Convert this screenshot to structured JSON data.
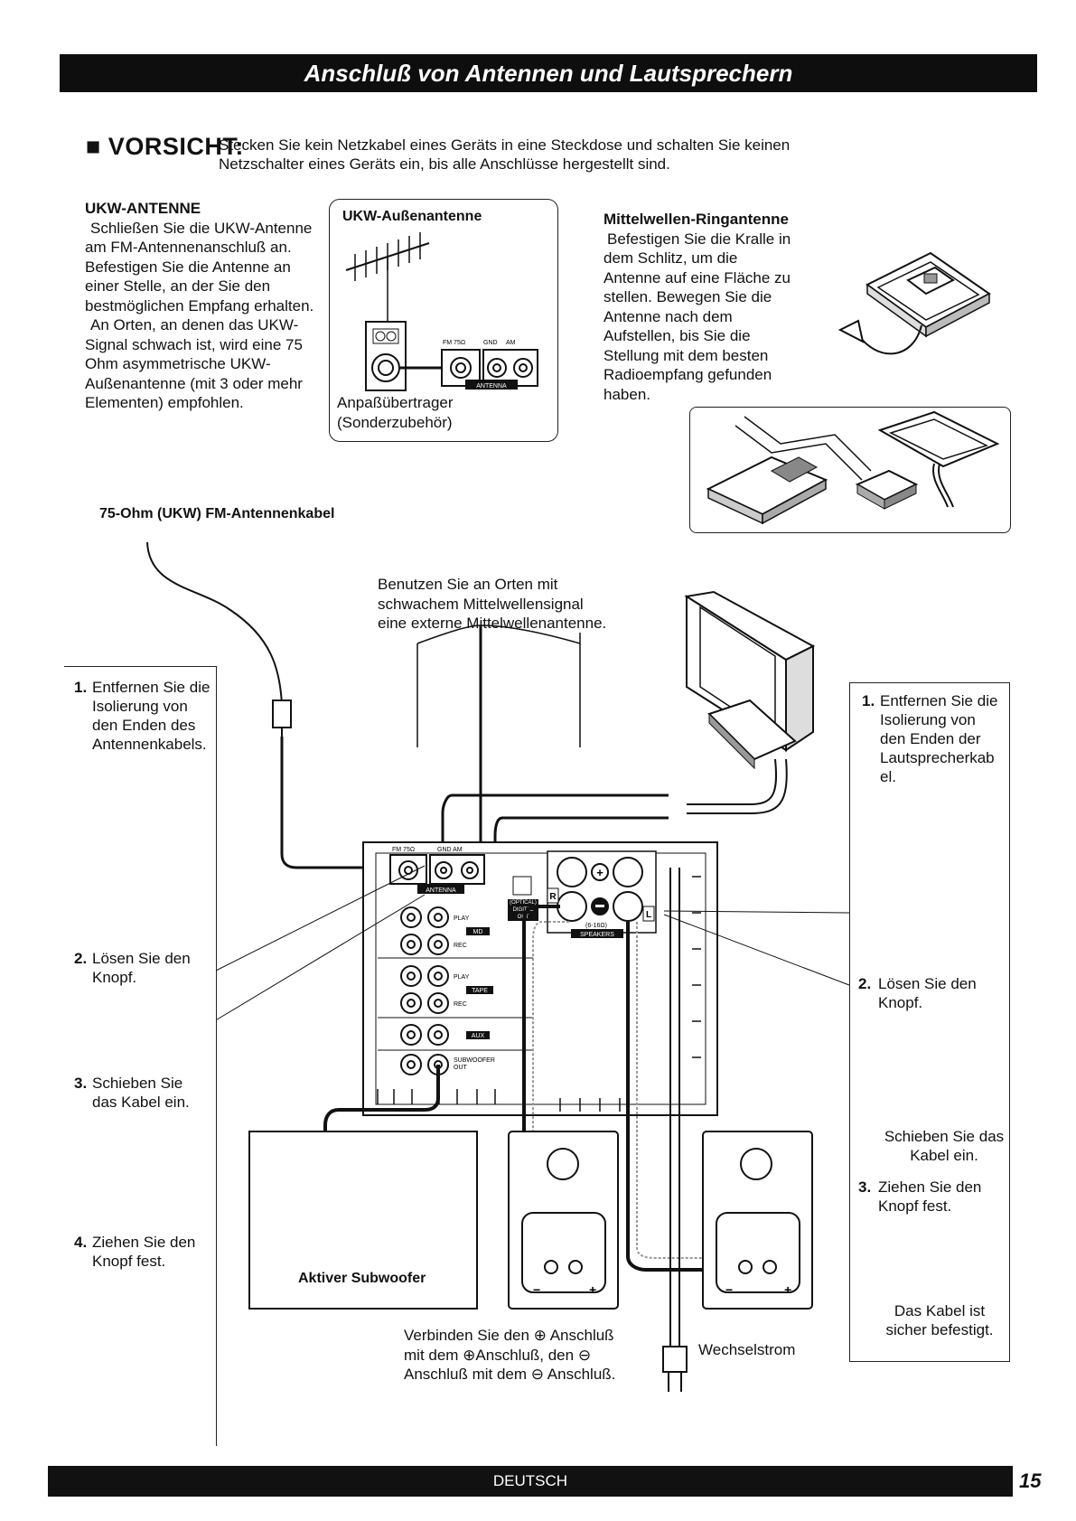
{
  "header": {
    "title": "Anschluß von Antennen und Lautsprechern"
  },
  "caution": {
    "heading": "■ VORSICHT:",
    "line1": "Stecken Sie kein Netzkabel eines Geräts in eine Steckdose und schalten Sie keinen",
    "line2": "Netzschalter eines Geräts ein, bis alle Anschlüsse hergestellt sind."
  },
  "fm_antenna": {
    "heading": "UKW-ANTENNE",
    "lines": [
      "Schließen Sie die UKW-Antenne",
      "am FM-Antennenanschluß an.",
      "Befestigen Sie die Antenne an",
      "einer Stelle, an der Sie den",
      "bestmöglichen Empfang erhalten.",
      "An Orten, an denen das UKW-",
      "Signal schwach ist, wird eine 75",
      "Ohm asymmetrische UKW-",
      "Außenantenne (mit 3 oder mehr",
      "Elementen) empfohlen."
    ]
  },
  "outdoor_box": {
    "title": "UKW-Außenantenne",
    "caption1": "Anpaßübertrager",
    "caption2": "(Sonderzubehör)",
    "labels": {
      "fm": "FM 75Ω",
      "gnd": "GND",
      "am": "AM",
      "antenna": "ANTENNA"
    }
  },
  "loop_antenna": {
    "heading": "Mittelwellen-Ringantenne",
    "lines": [
      "Befestigen Sie die Kralle in",
      "dem Schlitz, um die",
      "Antenne auf eine Fläche zu",
      "stellen. Bewegen Sie die",
      "Antenne nach dem",
      "Aufstellen, bis Sie die",
      "Stellung mit dem besten",
      "Radioempfang gefunden",
      "haben."
    ]
  },
  "fm_cable_label": "75-Ohm (UKW) FM-Antennenkabel",
  "external_am": {
    "lines": [
      "Benutzen Sie an Orten mit",
      "schwachem Mittelwellensignal",
      "eine externe Mittelwellenantenne."
    ]
  },
  "left_steps": [
    {
      "num": "1.",
      "lines": [
        "Entfernen Sie die",
        "Isolierung von",
        "den Enden des",
        "Antennenkabels."
      ]
    },
    {
      "num": "2.",
      "lines": [
        "Lösen Sie den",
        "Knopf."
      ]
    },
    {
      "num": "3.",
      "lines": [
        "Schieben Sie",
        "das Kabel ein."
      ]
    },
    {
      "num": "4.",
      "lines": [
        "Ziehen Sie den",
        "Knopf fest."
      ]
    }
  ],
  "right_steps": [
    {
      "num": "1.",
      "lines": [
        "Entfernen Sie die",
        "Isolierung von",
        "den Enden der",
        "Lautsprecherkab",
        "el."
      ]
    },
    {
      "num": "2.",
      "lines": [
        "Lösen Sie den",
        "Knopf."
      ]
    },
    {
      "num": "",
      "lines": [
        "Schieben Sie das",
        "Kabel ein."
      ]
    },
    {
      "num": "3.",
      "lines": [
        "Ziehen Sie den",
        "Knopf fest."
      ]
    },
    {
      "num": "",
      "lines": [
        "Das Kabel ist",
        "sicher befestigt."
      ]
    }
  ],
  "unit_labels": {
    "fm": "FM 75Ω",
    "gnd_am": "GND  AM",
    "antenna": "ANTENNA",
    "optical": "(OPTICAL)",
    "digital": "DIGITAL",
    "out": "OUT",
    "speakers_ohm": "(6-16Ω)",
    "speakers": "SPEAKERS",
    "play": "PLAY",
    "rec": "REC",
    "md": "MD",
    "tape": "TAPE",
    "aux": "AUX",
    "subwoofer": "SUBWOOFER",
    "sub_out": "OUT",
    "r": "R",
    "l": "L"
  },
  "subwoofer_label": "Aktiver Subwoofer",
  "connect_note": {
    "lines": [
      "Verbinden Sie den ⊕ Anschluß",
      "mit dem ⊕Anschluß, den ⊖",
      "Anschluß mit dem ⊖ Anschluß."
    ]
  },
  "ac_label": "Wechselstrom",
  "footer": {
    "language": "DEUTSCH",
    "page": "15"
  }
}
